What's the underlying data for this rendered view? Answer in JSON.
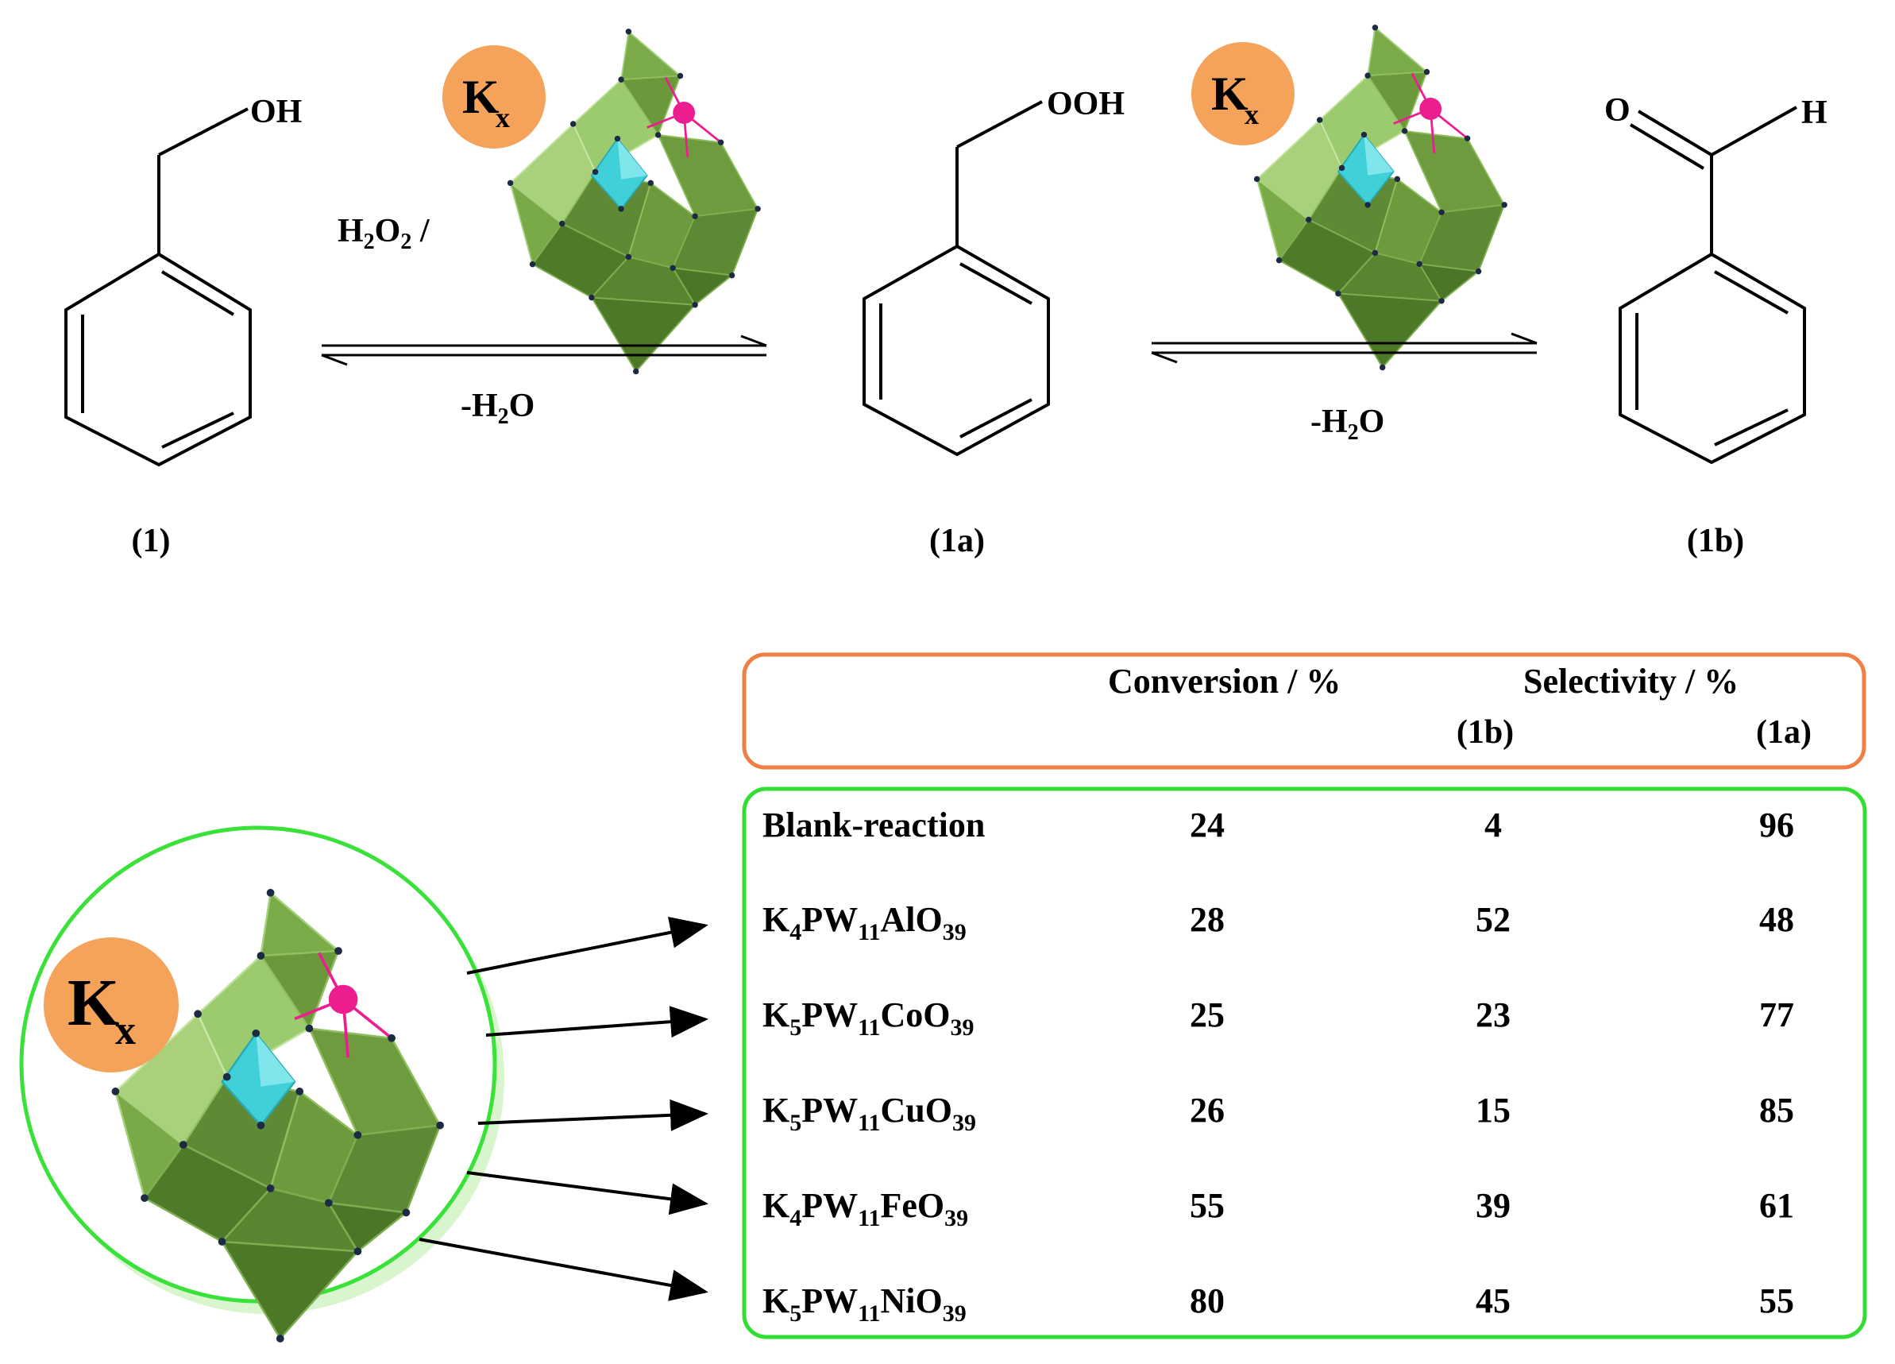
{
  "scheme": {
    "compounds": [
      {
        "id": "1",
        "group": "OH",
        "label": "(1)"
      },
      {
        "id": "1a",
        "group": "OOH",
        "label": "(1a)"
      },
      {
        "id": "1b",
        "group_o": "O",
        "group_h": "H",
        "label": "(1b)"
      }
    ],
    "step1_reagent": {
      "pre": "H",
      "s1": "2",
      "mid": "O",
      "s2": "2",
      "post": " /"
    },
    "step1_byproduct": {
      "pre": "-H",
      "s1": "2",
      "post": "O"
    },
    "step2_byproduct": {
      "pre": "-H",
      "s1": "2",
      "post": "O"
    },
    "cation_label": {
      "main": "K",
      "sub": "x"
    }
  },
  "table": {
    "header": {
      "conversion": "Conversion / %",
      "selectivity": "Selectivity / %",
      "sel_1b": "(1b)",
      "sel_1a": "(1a)"
    },
    "rows": [
      {
        "catalyst": [
          {
            "t": "Blank-reaction"
          }
        ],
        "conversion": "24",
        "sel_1b": "4",
        "sel_1a": "96"
      },
      {
        "catalyst": [
          {
            "t": "K"
          },
          {
            "t": "4",
            "sub": true
          },
          {
            "t": "PW"
          },
          {
            "t": "11",
            "sub": true
          },
          {
            "t": "AlO"
          },
          {
            "t": "39",
            "sub": true
          }
        ],
        "conversion": "28",
        "sel_1b": "52",
        "sel_1a": "48"
      },
      {
        "catalyst": [
          {
            "t": "K"
          },
          {
            "t": "5",
            "sub": true
          },
          {
            "t": "PW"
          },
          {
            "t": "11",
            "sub": true
          },
          {
            "t": "CoO"
          },
          {
            "t": "39",
            "sub": true
          }
        ],
        "conversion": "25",
        "sel_1b": "23",
        "sel_1a": "77"
      },
      {
        "catalyst": [
          {
            "t": "K"
          },
          {
            "t": "5",
            "sub": true
          },
          {
            "t": "PW"
          },
          {
            "t": "11",
            "sub": true
          },
          {
            "t": "CuO"
          },
          {
            "t": "39",
            "sub": true
          }
        ],
        "conversion": "26",
        "sel_1b": "15",
        "sel_1a": "85"
      },
      {
        "catalyst": [
          {
            "t": "K"
          },
          {
            "t": "4",
            "sub": true
          },
          {
            "t": "PW"
          },
          {
            "t": "11",
            "sub": true
          },
          {
            "t": "FeO"
          },
          {
            "t": "39",
            "sub": true
          }
        ],
        "conversion": "55",
        "sel_1b": "39",
        "sel_1a": "61"
      },
      {
        "catalyst": [
          {
            "t": "K"
          },
          {
            "t": "5",
            "sub": true
          },
          {
            "t": "PW"
          },
          {
            "t": "11",
            "sub": true
          },
          {
            "t": "NiO"
          },
          {
            "t": "39",
            "sub": true
          }
        ],
        "conversion": "80",
        "sel_1b": "45",
        "sel_1a": "55"
      }
    ]
  },
  "colors": {
    "orange_frame": "#ef7f45",
    "orange_ball": "#f5a25b",
    "green_frame": "#33dd33",
    "poly_dark": "#5f8a35",
    "poly_mid": "#79a846",
    "poly_light": "#a9d17b",
    "center_tetra": "#3fd0d8",
    "heteroatom": "#ec1e8f"
  }
}
